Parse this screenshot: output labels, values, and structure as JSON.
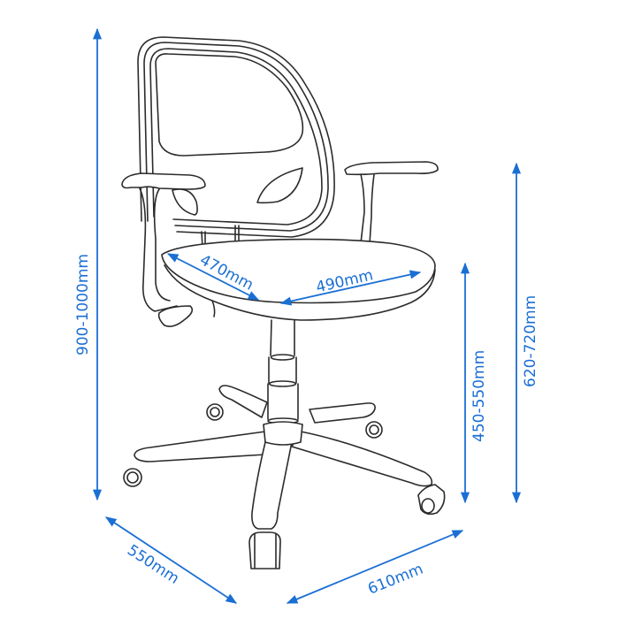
{
  "diagram": {
    "subject": "Office swivel chair with mesh back and T-shaped armrests",
    "accent_color": "#1a6fd4",
    "line_color": "#2b2b2b",
    "dimensions": {
      "overall_height": "900-1000mm",
      "seat_depth": "470mm",
      "seat_width": "490mm",
      "seat_height": "450-550mm",
      "armrest_height": "620-720mm",
      "base_depth": "550mm",
      "base_width": "610mm"
    }
  }
}
